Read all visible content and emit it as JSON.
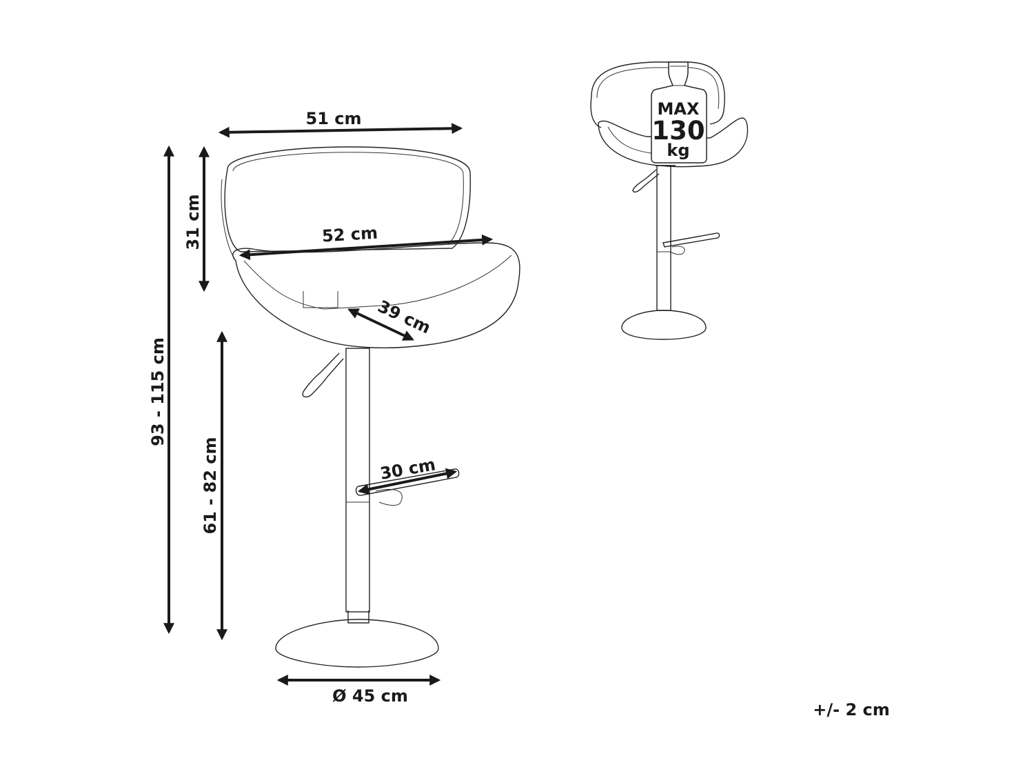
{
  "dimensions": {
    "top_width": "51 cm",
    "back_height": "31 cm",
    "seat_width": "52 cm",
    "seat_depth": "39 cm",
    "total_height": "93 - 115 cm",
    "seat_height": "61 - 82 cm",
    "footrest": "30 cm",
    "base_diameter": "Ø 45 cm"
  },
  "max_load": {
    "label": "MAX",
    "value": "130",
    "unit": "kg"
  },
  "tolerance": "+/- 2 cm"
}
